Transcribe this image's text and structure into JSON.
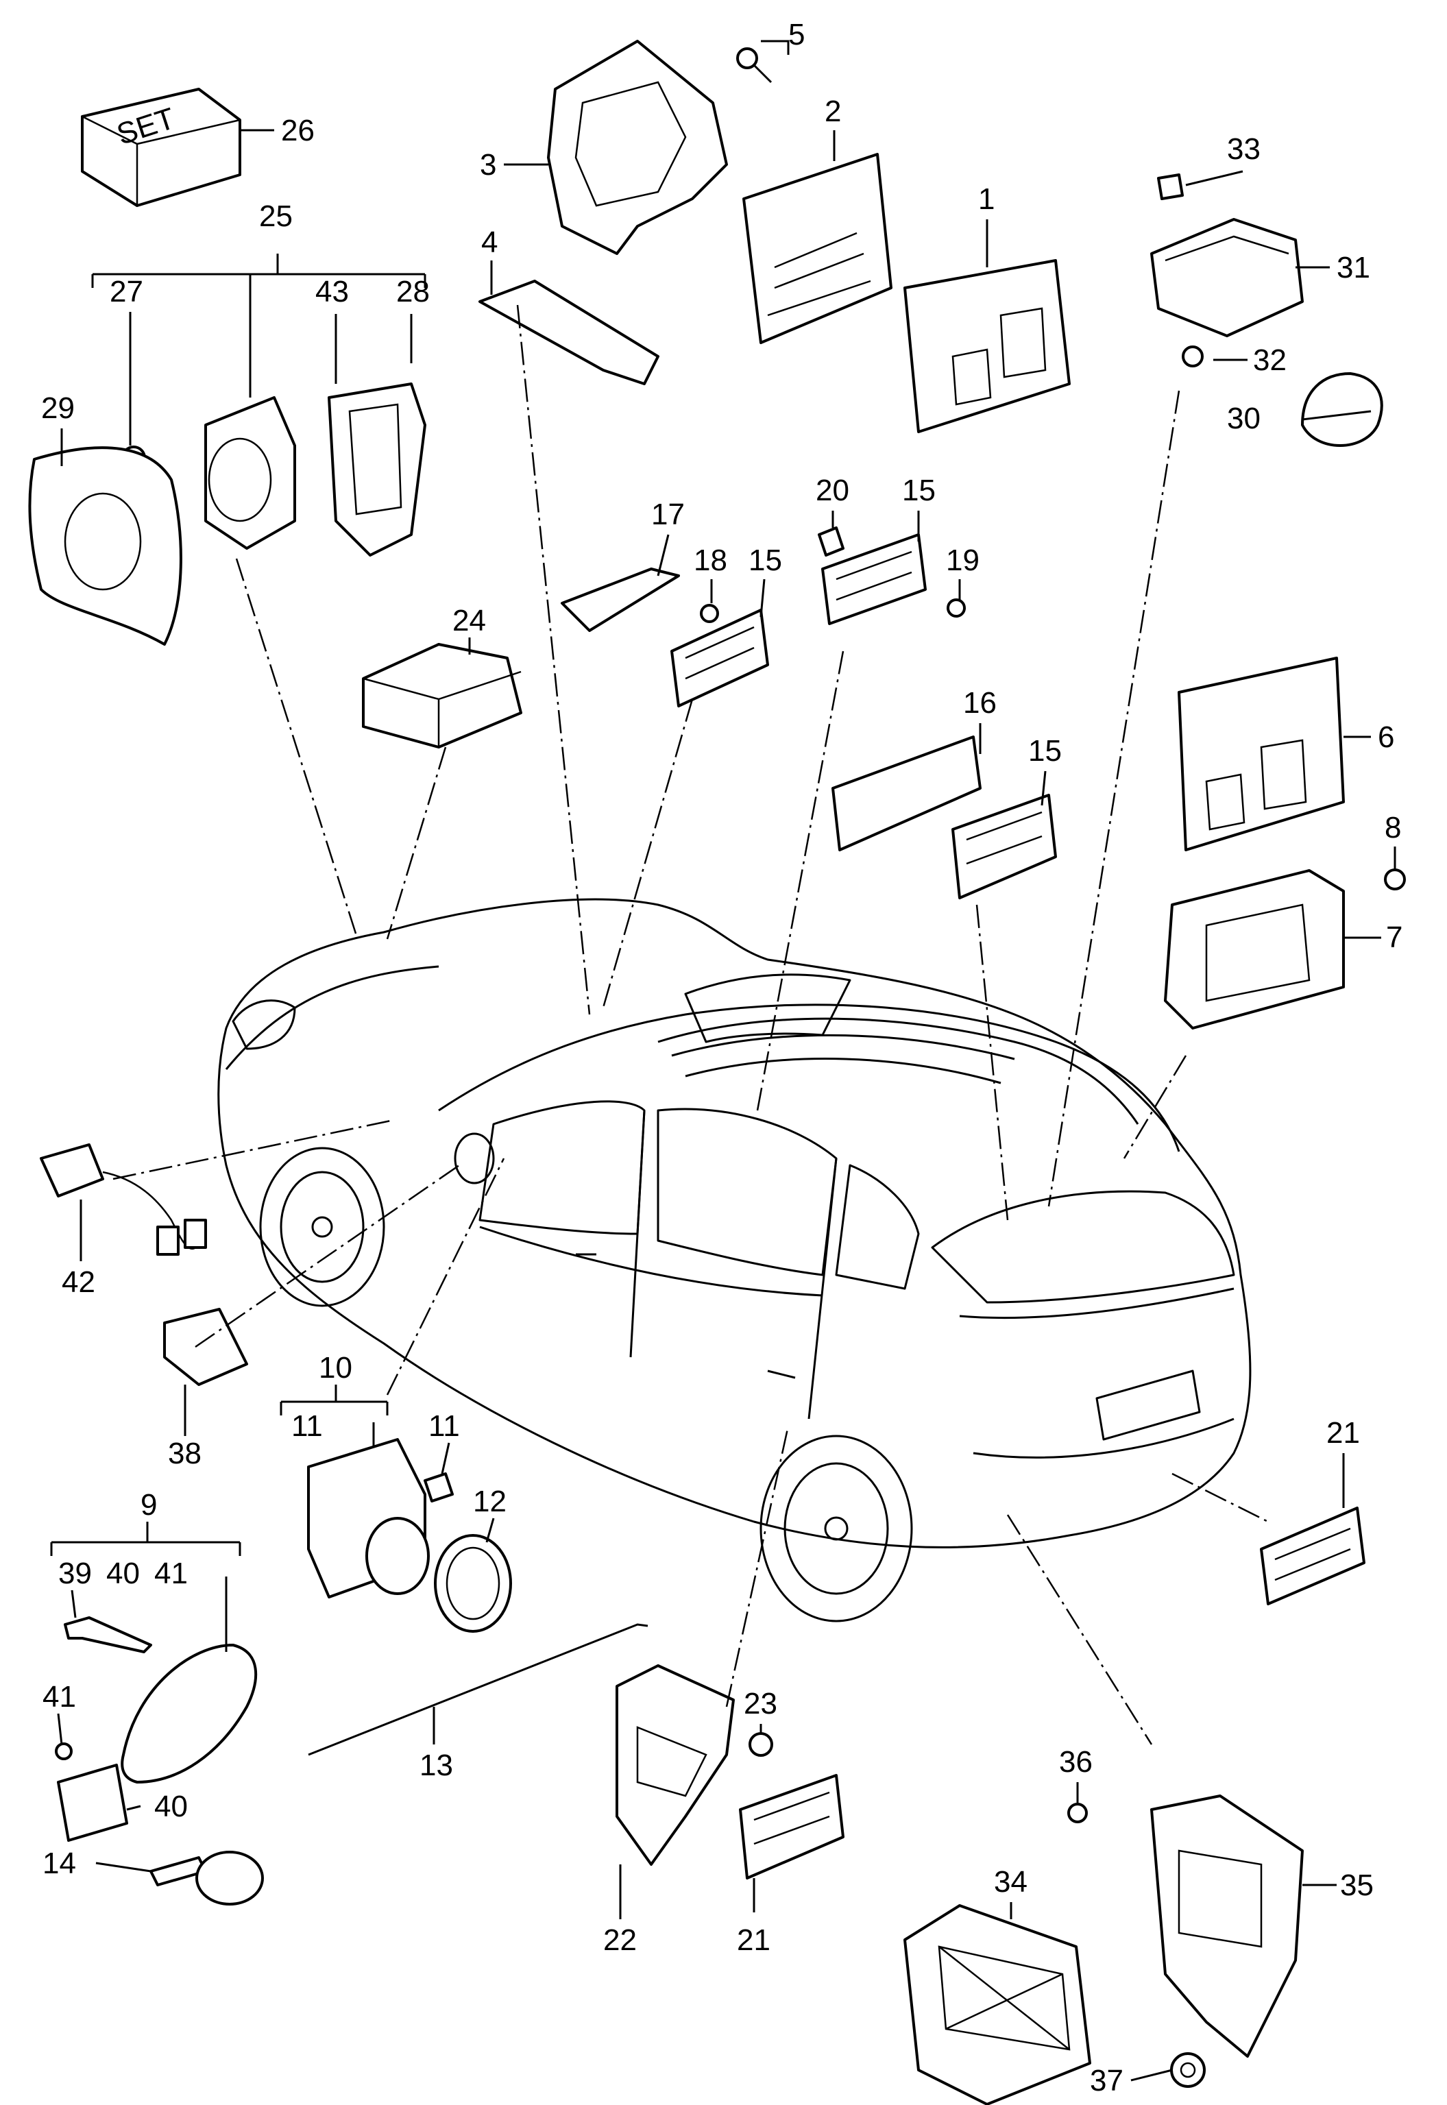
{
  "set_box_text": "SET",
  "callouts": {
    "c1": "1",
    "c2": "2",
    "c3": "3",
    "c4": "4",
    "c5": "5",
    "c6": "6",
    "c7": "7",
    "c8": "8",
    "c9": "9",
    "c10": "10",
    "c11a": "11",
    "c11b": "11",
    "c12": "12",
    "c13": "13",
    "c14": "14",
    "c15a": "15",
    "c15b": "15",
    "c15c": "15",
    "c16": "16",
    "c17": "17",
    "c18": "18",
    "c19": "19",
    "c20": "20",
    "c21a": "21",
    "c21b": "21",
    "c22": "22",
    "c23": "23",
    "c24": "24",
    "c25": "25",
    "c26": "26",
    "c27": "27",
    "c28": "28",
    "c29": "29",
    "c30": "30",
    "c31": "31",
    "c32": "32",
    "c33": "33",
    "c34": "34",
    "c35": "35",
    "c36": "36",
    "c37": "37",
    "c38": "38",
    "c39": "39",
    "c40a": "40",
    "c40b": "40",
    "c41a": "41",
    "c41b": "41",
    "c42": "42",
    "c43": "43"
  }
}
